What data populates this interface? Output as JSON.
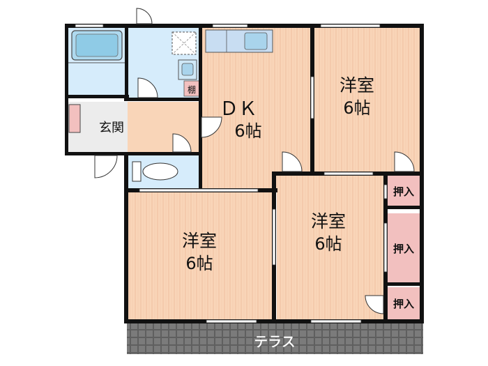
{
  "rooms": {
    "dk": {
      "name": "ＤＫ",
      "size": "6帖"
    },
    "west_room_upper_right": {
      "name": "洋室",
      "size": "6帖"
    },
    "west_room_bottom_left": {
      "name": "洋室",
      "size": "6帖"
    },
    "west_room_bottom_middle": {
      "name": "洋室",
      "size": "6帖"
    }
  },
  "labels": {
    "entrance": "玄関",
    "shelf": "棚",
    "closet_1": "押入",
    "closet_2": "押入",
    "closet_3": "押入",
    "terrace": "テラス"
  },
  "colors": {
    "wood_floor": "#f9d5b8",
    "wood_stripe": "#efbfa0",
    "wet_area": "#d6ecfb",
    "closet": "#f2c0bf",
    "entrance_floor": "#ededed",
    "terrace": "#7a7a7a",
    "wall": "#111111"
  }
}
